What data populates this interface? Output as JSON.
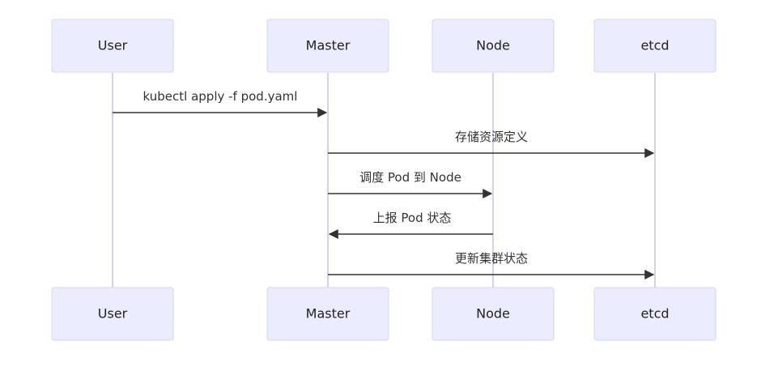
{
  "colors": {
    "actor_fill": "#ececff",
    "actor_stroke": "#d6d6f5",
    "lifeline": "#d4d2ea",
    "arrow": "#333333",
    "text": "#222222"
  },
  "actors": [
    {
      "id": "user",
      "label": "User"
    },
    {
      "id": "master",
      "label": "Master"
    },
    {
      "id": "node",
      "label": "Node"
    },
    {
      "id": "etcd",
      "label": "etcd"
    }
  ],
  "messages": [
    {
      "from": "user",
      "to": "master",
      "label": "kubectl apply -f pod.yaml"
    },
    {
      "from": "master",
      "to": "etcd",
      "label": "存储资源定义"
    },
    {
      "from": "master",
      "to": "node",
      "label": "调度 Pod 到 Node"
    },
    {
      "from": "node",
      "to": "master",
      "label": "上报 Pod 状态"
    },
    {
      "from": "master",
      "to": "etcd",
      "label": "更新集群状态"
    }
  ]
}
